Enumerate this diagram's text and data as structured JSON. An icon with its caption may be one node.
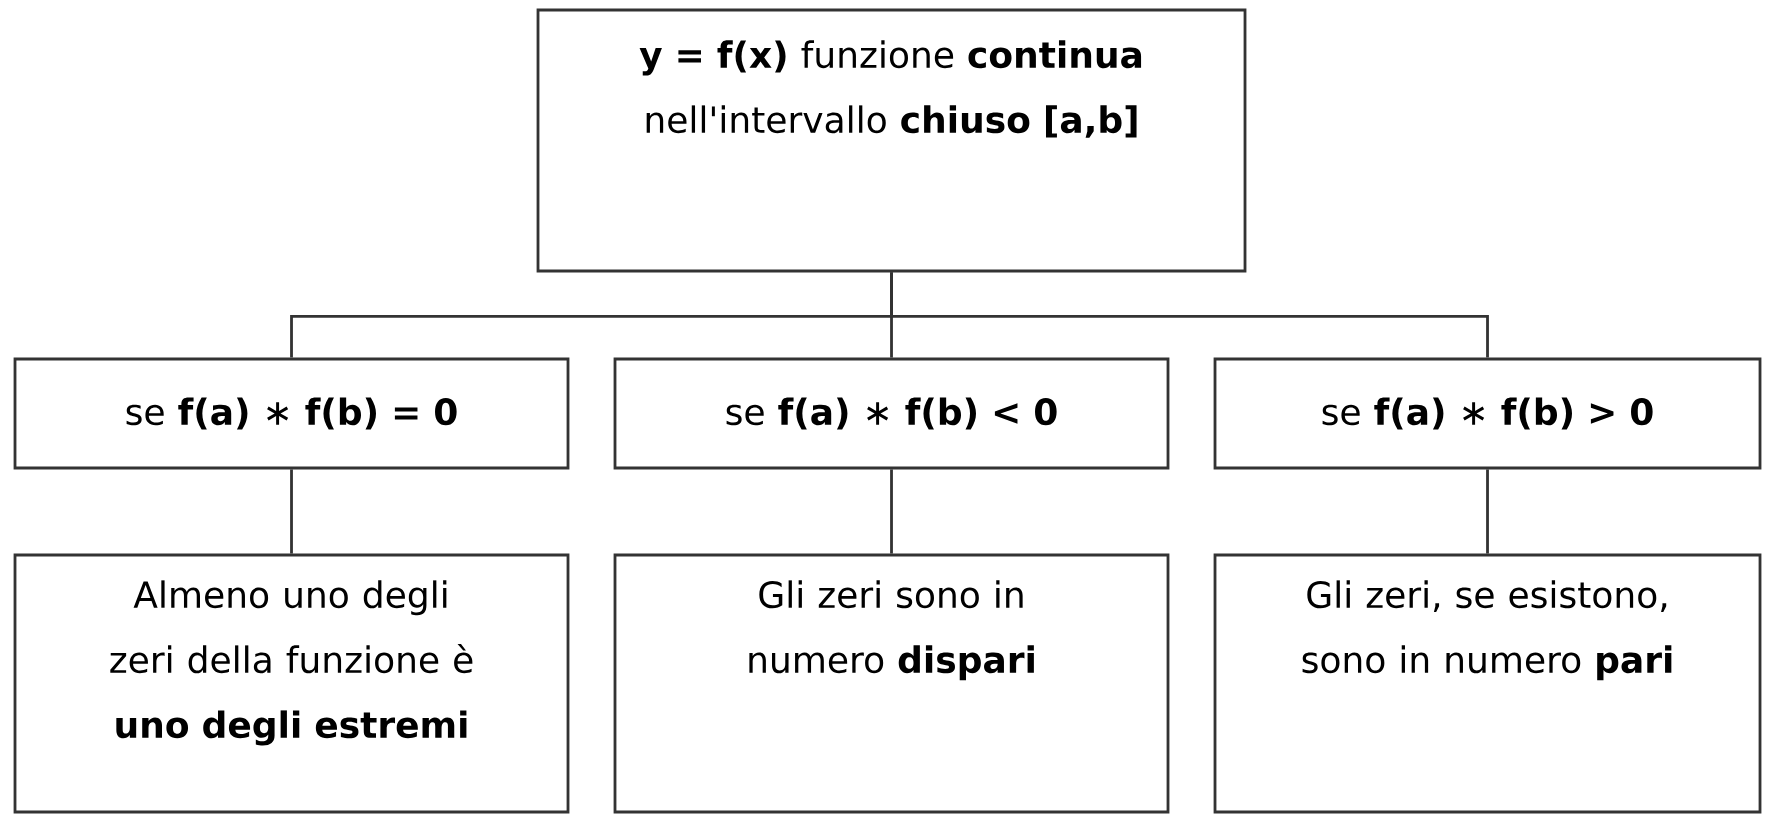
{
  "diagram": {
    "nodes": [
      {
        "text": [
          "**y = f(x)** funzione **continua** nell'intervallo **chiuso [a,b]**"
        ]
      },
      {
        "text": [
          "se **f(a)** ∗ **f(b) = 0**"
        ]
      },
      {
        "text": [
          "se **f(a)** ∗ **f(b) < 0**"
        ]
      },
      {
        "text": [
          "se **f(a)** ∗ **f(b) > 0**"
        ]
      },
      {
        "text": [
          "Almeno uno degli zeri della funzione è **uno degli estremi**"
        ]
      },
      {
        "text": [
          "Gli zeri sono in numero **dispari**"
        ]
      },
      {
        "text": [
          "Gli zeri, se esistono, sono in numero **pari**"
        ]
      }
    ],
    "edges": [
      {
        "from": 0,
        "to": 1,
        "arrow": "none"
      },
      {
        "from": 0,
        "to": 2,
        "arrow": "none"
      },
      {
        "from": 0,
        "to": 3,
        "arrow": "none"
      },
      {
        "from": 1,
        "to": 4,
        "arrow": "none"
      },
      {
        "from": 2,
        "to": 5,
        "arrow": "none"
      },
      {
        "from": 3,
        "to": 6,
        "arrow": "none"
      }
    ]
  }
}
